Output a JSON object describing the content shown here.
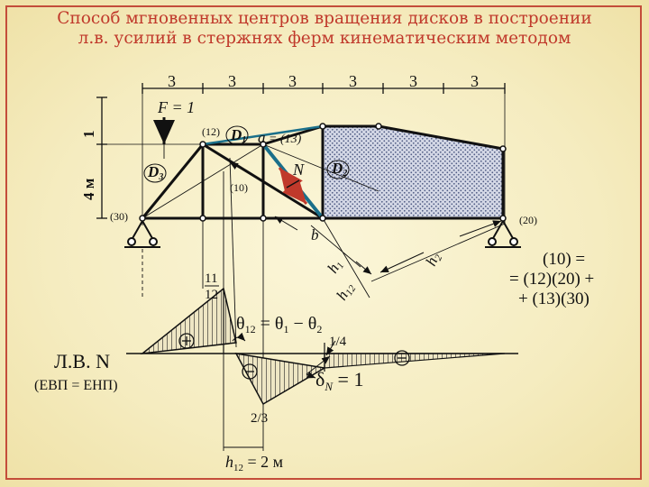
{
  "title": {
    "line1": "Способ мгновенных центров вращения дисков в построении",
    "line2": "л.в. усилий в стержнях ферм кинематическим методом"
  },
  "colors": {
    "title": "#c0392b",
    "frame": "#c44d3a",
    "accent_bar": "#1a6f8a",
    "force_arrow": "#c0392b",
    "disk_hatch": "#6a7aa0"
  },
  "dimensions": {
    "panels": [
      "3",
      "3",
      "3",
      "3",
      "3",
      "3"
    ],
    "top_offset": "1",
    "height": "4 м"
  },
  "labels": {
    "force": "F = 1",
    "c12": "(12)",
    "d1": "D",
    "d1_sub": "1",
    "a13_a": "a",
    "a13_eq": " = (13)",
    "n": "N",
    "d2": "D",
    "d2_sub": "2",
    "d3": "D",
    "d3_sub": "3",
    "c10": "(10)",
    "c30": "(30)",
    "c20": "(20)",
    "b": "b",
    "h1": "h",
    "h1_sub": "1",
    "h2": "h",
    "h2_sub": "2",
    "h12": "h",
    "h12_sub": "12",
    "frac_num": "11",
    "frac_den": "12",
    "note1": "(10) =",
    "note2": "= (12)(20) +",
    "note3": "+ (13)(30)",
    "theta_eq": "θ",
    "theta_eq_sub": "12",
    "theta_eq_rest": " = θ",
    "theta_eq_sub1": "1",
    "theta_eq_minus": " − θ",
    "theta_eq_sub2": "2",
    "quarter": "1/4",
    "lv_n": "Л.В. N",
    "evp": "(ЕВП = ЕНП)",
    "delta": "δ",
    "delta_sub": "N",
    "delta_rest": " = 1",
    "two_thirds": "2/3",
    "h12_eq": "h",
    "h12_eq_sub": "12",
    "h12_eq_rest": " = 2 м"
  }
}
